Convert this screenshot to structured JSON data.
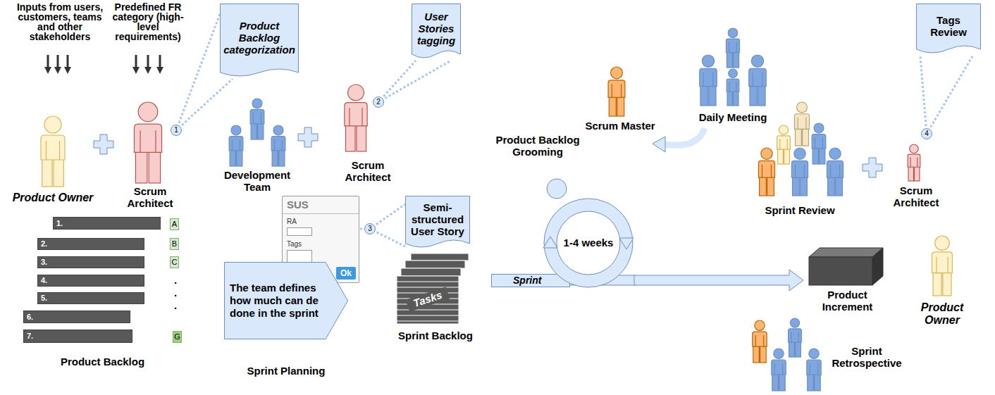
{
  "diagram": {
    "nodes": [
      {
        "text": [
          "Product Backlog"
        ]
      },
      {
        "text": [
          "1."
        ],
        "in": 0
      },
      {
        "text": [
          "2."
        ],
        "in": 0
      },
      {
        "text": [
          "3."
        ],
        "in": 0
      },
      {
        "text": [
          "4."
        ],
        "in": 0
      },
      {
        "text": [
          "5."
        ],
        "in": 0
      },
      {
        "text": [
          "6."
        ],
        "in": 0
      },
      {
        "text": [
          "7."
        ],
        "in": 0
      },
      {
        "text": [
          "A"
        ],
        "in": 0
      },
      {
        "text": [
          "B"
        ],
        "in": 0
      },
      {
        "text": [
          "C"
        ],
        "in": 0
      },
      {
        "text": [
          "G"
        ],
        "in": 0
      },
      {
        "text": [
          "Product Backlog categorization"
        ]
      },
      {
        "text": [
          "User Stories tagging"
        ]
      },
      {
        "text": [
          "SUS",
          "RA",
          "Tags",
          "Ok"
        ]
      },
      {
        "text": [
          "Semi-structured User Story"
        ]
      },
      {
        "text": [
          "The team defines how much can de done in the sprint",
          "Sprint Planning"
        ]
      },
      {
        "text": [
          "Tasks",
          "Sprint Backlog"
        ]
      },
      {
        "text": [
          "Sprint"
        ]
      },
      {
        "text": [
          "1-4 weeks"
        ]
      },
      {
        "text": [
          "Tags Review"
        ]
      },
      {
        "text": [
          "Product Increment"
        ]
      }
    ],
    "edges": [
      {
        "from": 19,
        "to": 21,
        "arrow": "to"
      }
    ],
    "labels": [
      "Inputs from users, customers, teams and other stakeholders",
      "Predefined FR category (high-level requirements)",
      "Product Owner",
      "Scrum Architect",
      "1",
      "Development Team",
      "Scrum Architect",
      "2",
      "3",
      "Product Backlog Grooming",
      "Scrum Master",
      "Daily Meeting",
      "Sprint Review",
      "Scrum Architect",
      "4",
      "Product Owner",
      "Sprint Retrospective",
      ".",
      ".",
      "."
    ]
  }
}
